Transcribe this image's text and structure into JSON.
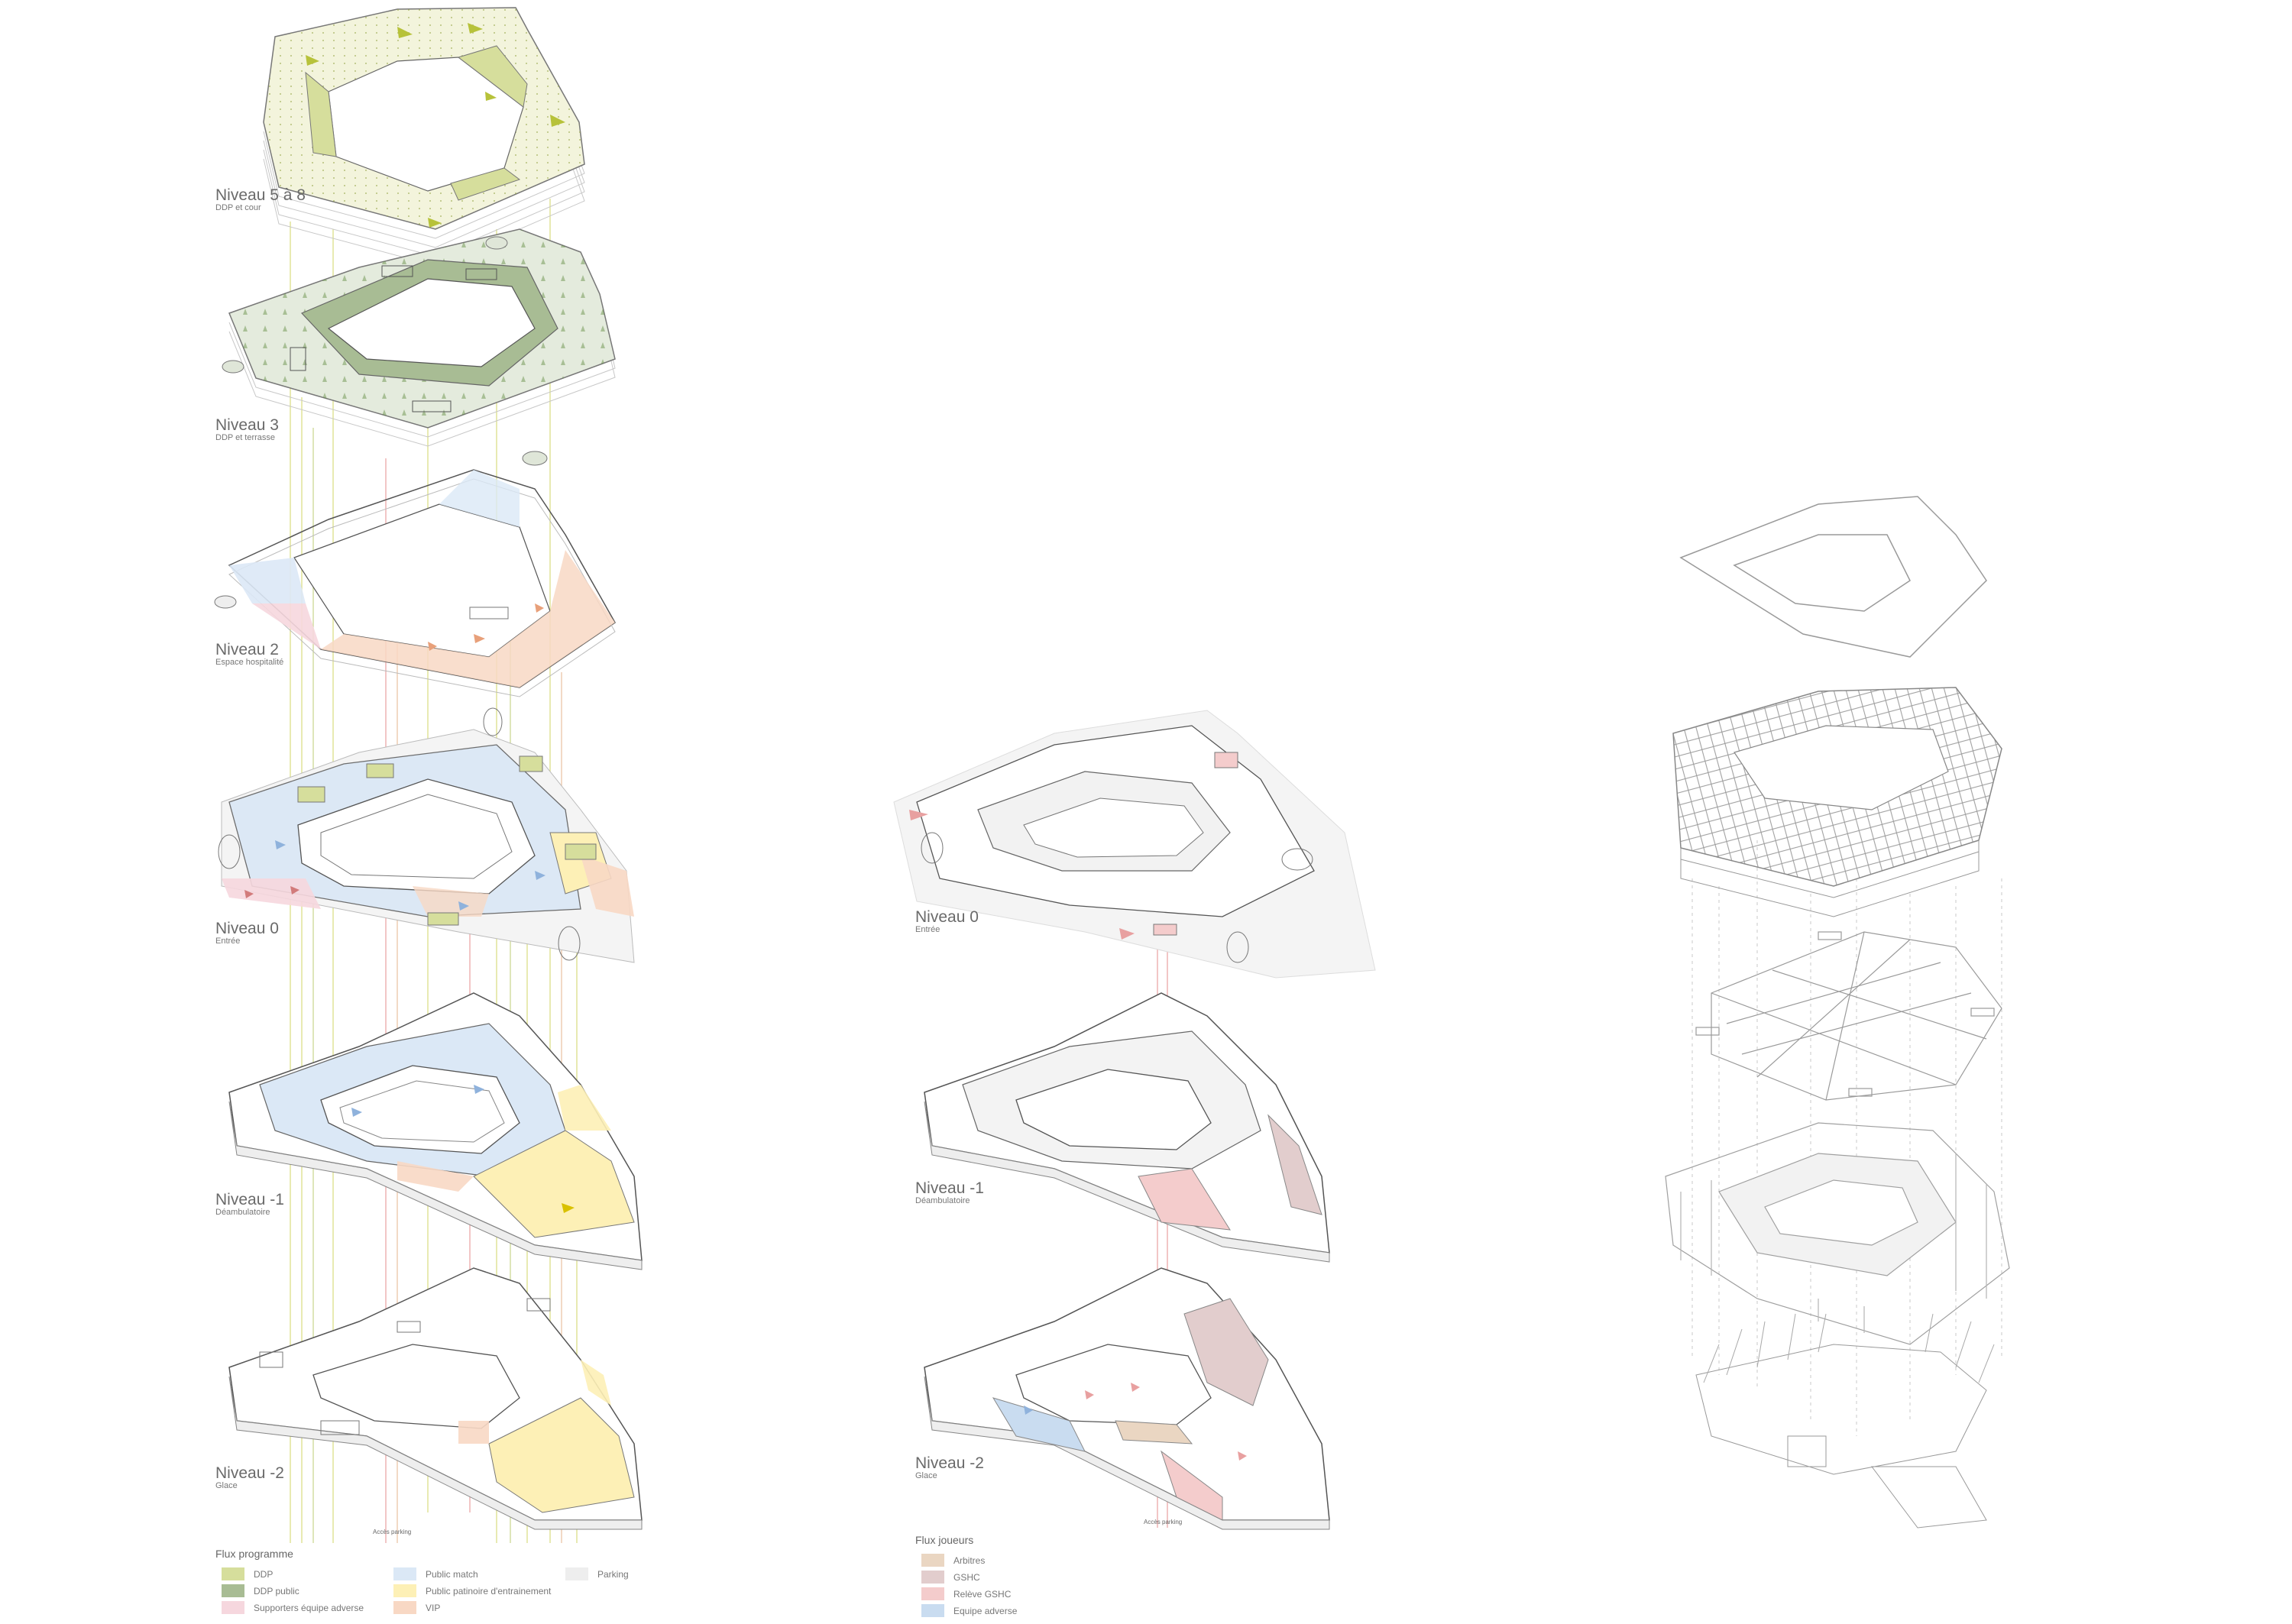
{
  "colors": {
    "ddp": "#d6de9c",
    "ddp_public": "#a8bc94",
    "supporters": "#f6d7de",
    "public_match": "#dbe8f6",
    "public_patinoire": "#fdf0b6",
    "vip": "#f8d8c4",
    "parking": "#eeeeee",
    "arbitres": "#ead6c2",
    "gshc": "#e2cdcd",
    "releve_gshc": "#f4cccc",
    "equipe_adverse": "#c9dcf0",
    "line": "#444444",
    "guide_yellow": "#d9dc7e",
    "guide_red": "#e8a0a0"
  },
  "left_column": {
    "levels": [
      {
        "title": "Niveau 5 à 8",
        "subtitle": "DDP et cour"
      },
      {
        "title": "Niveau 3",
        "subtitle": "DDP et terrasse"
      },
      {
        "title": "Niveau 2",
        "subtitle": "Espace hospitalité"
      },
      {
        "title": "Niveau 0",
        "subtitle": "Entrée"
      },
      {
        "title": "Niveau -1",
        "subtitle": "Déambulatoire"
      },
      {
        "title": "Niveau -2",
        "subtitle": "Glace"
      }
    ],
    "parking_access": "Accès parking"
  },
  "middle_column": {
    "levels": [
      {
        "title": "Niveau 0",
        "subtitle": "Entrée"
      },
      {
        "title": "Niveau -1",
        "subtitle": "Déambulatoire"
      },
      {
        "title": "Niveau -2",
        "subtitle": "Glace"
      }
    ],
    "parking_access": "Accès parking"
  },
  "legend_programme": {
    "title": "Flux programme",
    "items": [
      {
        "label": "DDP",
        "color_key": "ddp"
      },
      {
        "label": "DDP public",
        "color_key": "ddp_public"
      },
      {
        "label": "Supporters équipe adverse",
        "color_key": "supporters"
      },
      {
        "label": "Public match",
        "color_key": "public_match"
      },
      {
        "label": "Public patinoire d'entrainement",
        "color_key": "public_patinoire"
      },
      {
        "label": "VIP",
        "color_key": "vip"
      },
      {
        "label": "Parking",
        "color_key": "parking"
      }
    ]
  },
  "legend_joueurs": {
    "title": "Flux joueurs",
    "items": [
      {
        "label": "Arbitres",
        "color_key": "arbitres"
      },
      {
        "label": "GSHC",
        "color_key": "gshc"
      },
      {
        "label": "Relève GSHC",
        "color_key": "releve_gshc"
      },
      {
        "label": "Equipe adverse",
        "color_key": "equipe_adverse"
      }
    ]
  }
}
